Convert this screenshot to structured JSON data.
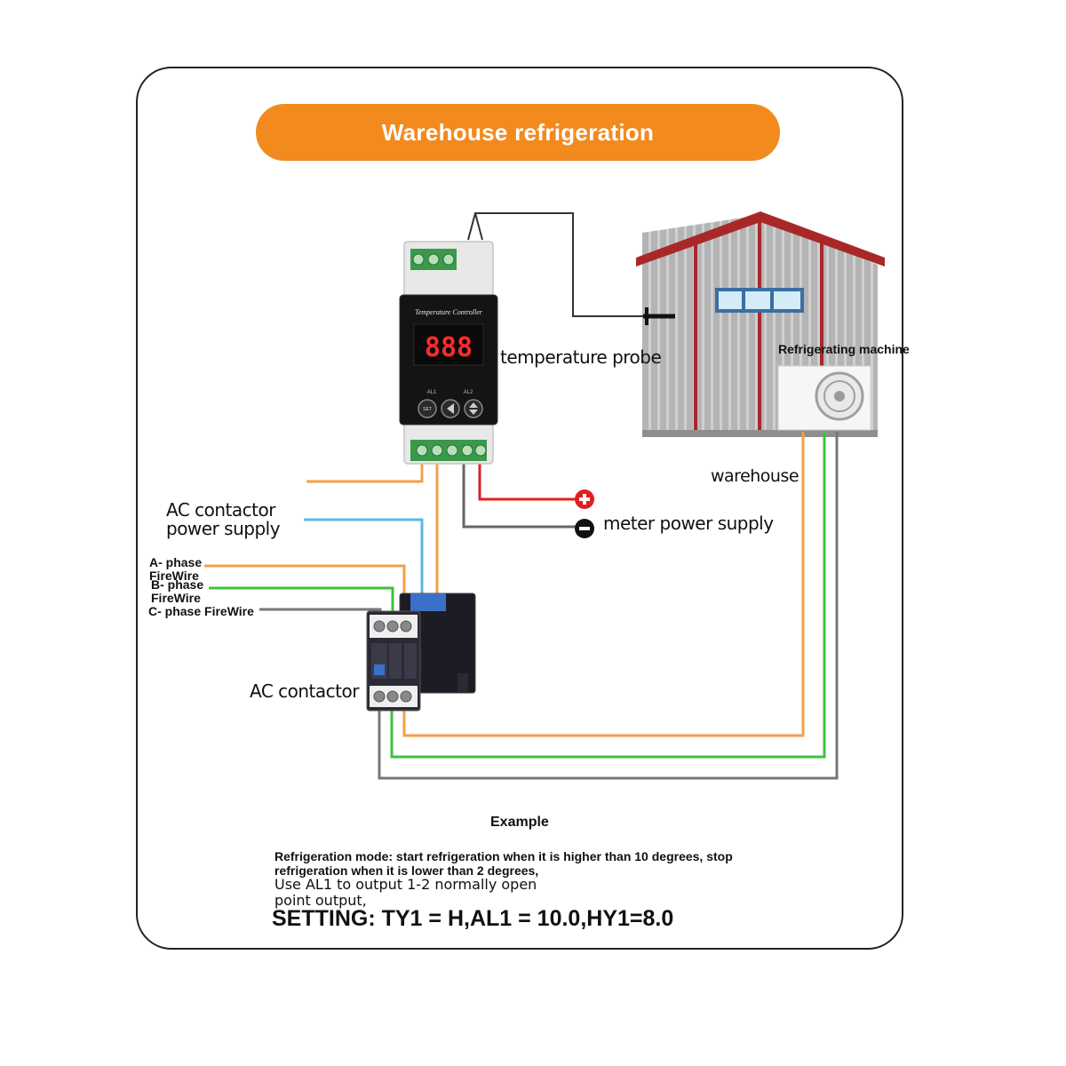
{
  "title": "Warehouse refrigeration",
  "controller": {
    "panel_title": "Temperature Controller",
    "display": "888",
    "ind_al1": "AL1",
    "ind_al2": "AL2",
    "btn_set": "SET"
  },
  "labels": {
    "temperature_probe": "temperature probe",
    "refrigerating_machine": "Refrigerating machine",
    "warehouse": "warehouse",
    "ac_contactor_power": "AC contactor power supply",
    "meter_power": "meter power supply",
    "a_phase": "A- phase FireWire",
    "b_phase": "B- phase FireWire",
    "c_phase": "C- phase FireWire",
    "ac_contactor": "AC contactor"
  },
  "example": {
    "heading": "Example",
    "line1": "Refrigeration mode: start refrigeration when it is higher than 10 degrees, stop",
    "line2": "refrigeration when it is lower than 2 degrees,",
    "line3": "Use AL1 to output 1-2 normally open",
    "line4": "point output,",
    "setting": "SETTING: TY1 = H,AL1 = 10.0,HY1=8.0"
  },
  "colors": {
    "accent_orange": "#f28a1e",
    "wire_orange": "#f2a04a",
    "wire_green": "#3cc23c",
    "wire_blue": "#5ab8e6",
    "wire_red": "#e02020",
    "wire_gray": "#777777",
    "roof": "#a8282a",
    "display_red": "#ff2a2a"
  }
}
